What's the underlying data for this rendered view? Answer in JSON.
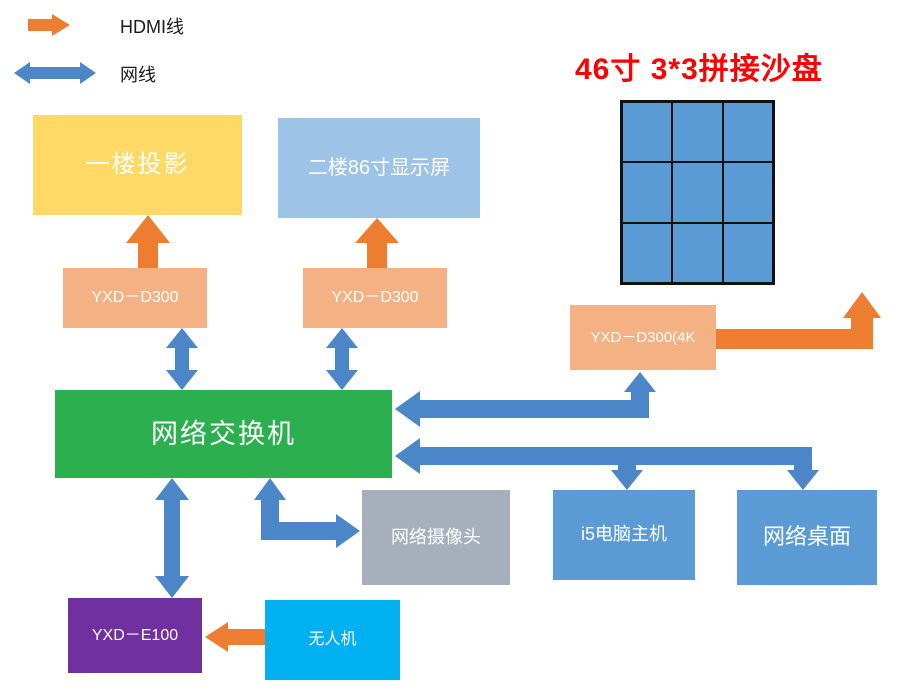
{
  "title": "46寸 3*3拼接沙盘",
  "colors": {
    "title_red": "#FF0000",
    "hdmi_arrow": "#ED7D31",
    "lan_arrow": "#4A86C8"
  },
  "legend": {
    "hdmi": "HDMI线",
    "lan": "网线"
  },
  "nodes": {
    "floor1_projector": {
      "label": "一楼投影",
      "bg": "#FFD966"
    },
    "floor2_display": {
      "label": "二楼86寸显示屏",
      "bg": "#9DC3E6"
    },
    "d300_left": {
      "label": "YXD－D300",
      "bg": "#F4B183"
    },
    "d300_mid": {
      "label": "YXD－D300",
      "bg": "#F4B183"
    },
    "d300_4k": {
      "label": "YXD－D300(4K",
      "bg": "#F4B183"
    },
    "network_switch": {
      "label": "网络交换机",
      "bg": "#2CB04F"
    },
    "network_camera": {
      "label": "网络摄像头",
      "bg": "#A8AFBC"
    },
    "i5_host": {
      "label": "i5电脑主机",
      "bg": "#5B9BD5"
    },
    "network_desktop": {
      "label": "网络桌面",
      "bg": "#5B9BD5"
    },
    "yxd_e100": {
      "label": "YXD－E100",
      "bg": "#7030A0"
    },
    "drone": {
      "label": "无人机",
      "bg": "#00B0F0"
    }
  },
  "video_wall": {
    "rows": 3,
    "cols": 3,
    "cell_color": "#5B9BD5"
  }
}
